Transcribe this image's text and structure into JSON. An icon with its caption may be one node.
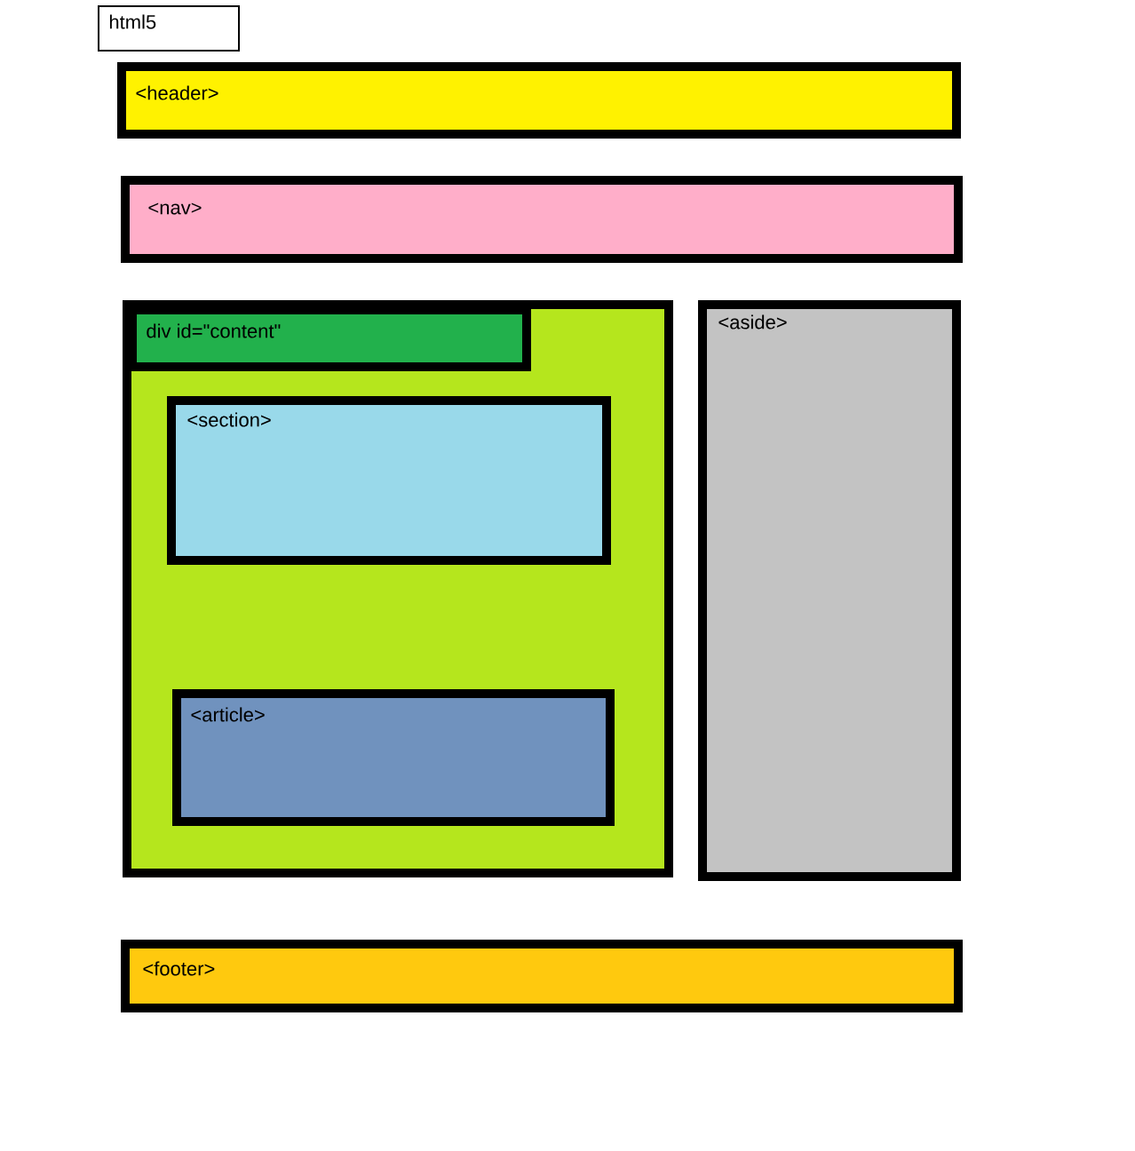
{
  "diagram": {
    "nodes": [
      {
        "text": [
          "html5"
        ]
      },
      {
        "text": [
          "<header>"
        ]
      },
      {
        "text": [
          "<nav>"
        ]
      },
      {
        "text": [],
        "shape": "box"
      },
      {
        "text": [
          "div id=\"content\""
        ],
        "in": 3
      },
      {
        "text": [
          "<section>"
        ],
        "in": 3
      },
      {
        "text": [
          "<article>"
        ],
        "in": 3
      },
      {
        "text": [
          "<aside>"
        ]
      },
      {
        "text": [
          "<footer>"
        ]
      }
    ]
  }
}
